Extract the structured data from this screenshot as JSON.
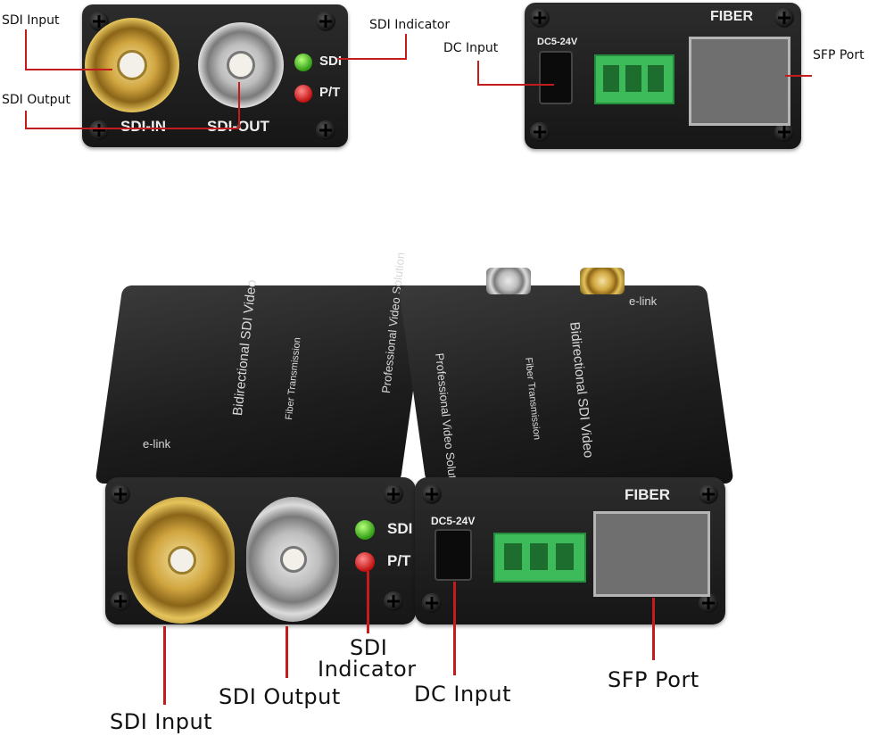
{
  "top_left_panel": {
    "labels": {
      "sdi_input": "SDI Input",
      "sdi_output": "SDI Output",
      "sdi_indicator": "SDI Indicator"
    },
    "panel_text": {
      "sdi_in": "SDI-IN",
      "sdi_out": "SDI-OUT",
      "sdi": "SDI",
      "pt": "P/T"
    }
  },
  "top_right_panel": {
    "labels": {
      "dc_input": "DC Input",
      "sfp_port": "SFP Port"
    },
    "panel_text": {
      "dc": "DC5-24V",
      "fiber": "FIBER"
    }
  },
  "bottom": {
    "labels": {
      "sdi_indicator_line1": "SDI",
      "sdi_indicator_line2": "Indicator",
      "sdi_output": "SDI Output",
      "sdi_input": "SDI Input",
      "dc_input": "DC Input",
      "sfp_port": "SFP Port"
    },
    "panel_text": {
      "sdi": "SDI",
      "pt": "P/T",
      "dc": "DC5-24V",
      "fiber": "FIBER"
    },
    "left_box_text": {
      "title": "Bidirectional SDI Video",
      "fiber": "Fiber Transmission",
      "pro": "Professional Video Solution",
      "brand": "e-link"
    },
    "right_box_text": {
      "title": "Bidirectional SDI Video",
      "fiber": "Fiber Transmission",
      "pro": "Professional Video Solution",
      "brand": "e-link"
    }
  },
  "colors": {
    "annotation_line": "#c41c1c",
    "panel": "#1c1c1c",
    "terminal": "#3dbb5a"
  }
}
